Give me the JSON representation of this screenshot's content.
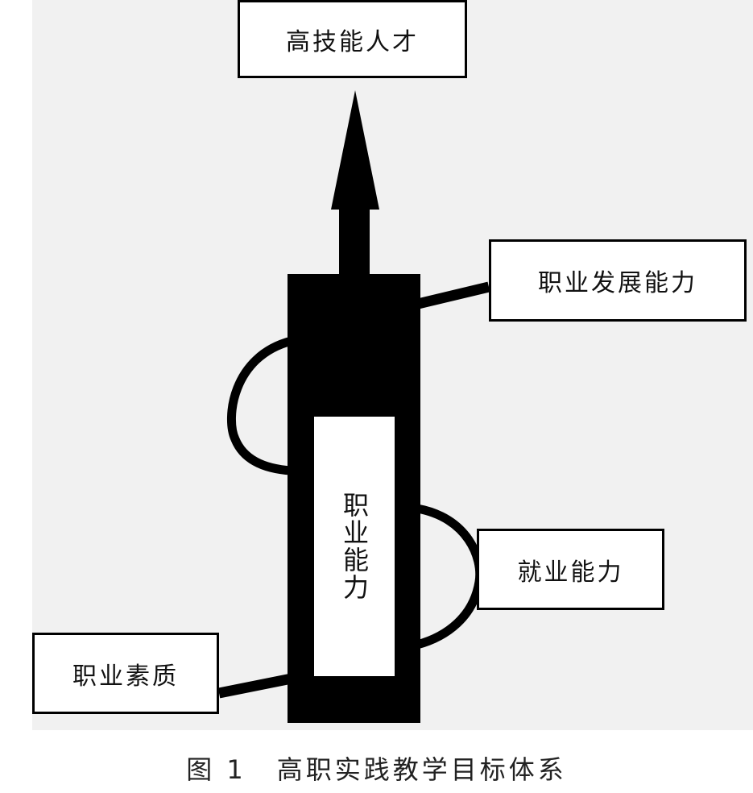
{
  "diagram": {
    "top_box": "高技能人才",
    "center_label": "职业能力",
    "development_box": "职业发展能力",
    "employment_box": "就业能力",
    "quality_box": "职业素质"
  },
  "caption": {
    "number": "图 1",
    "text": "高职实践教学目标体系"
  }
}
